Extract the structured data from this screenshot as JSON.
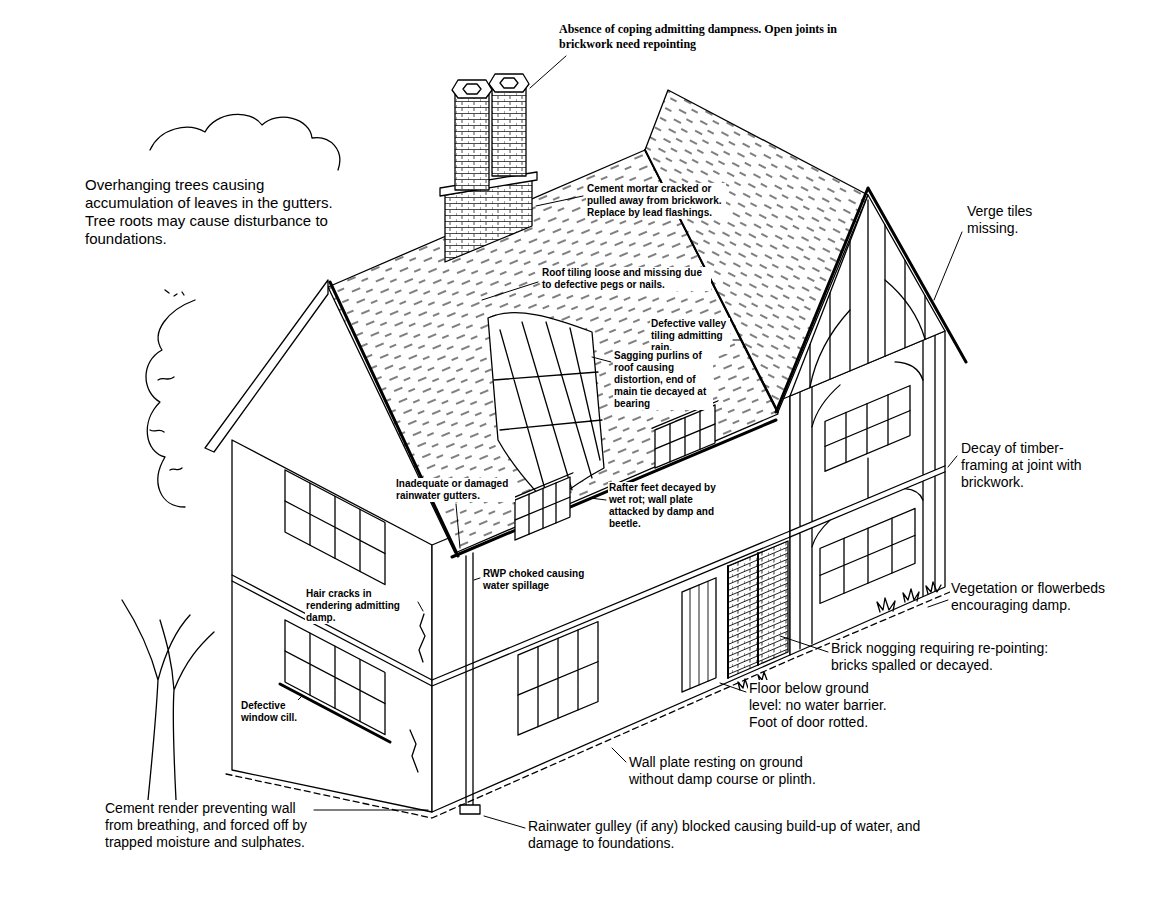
{
  "diagram": {
    "labels": [
      "Absence of coping admitting dampness. Open joints in brickwork need repointing",
      "Overhanging trees causing accumulation of leaves in the gutters. Tree roots may cause disturbance to foundations.",
      "Cement mortar cracked or pulled away from brickwork. Replace by lead flashings.",
      "Verge tiles missing.",
      "Roof tiling loose and missing due to defective pegs or nails.",
      "Defective valley tiling admitting rain.",
      "Sagging purlins of roof causing distortion, end of main tie decayed at bearing",
      "Decay of timber-framing at joint with brickwork.",
      "Inadequate or damaged rainwater gutters.",
      "Rafter feet decayed by wet rot; wall plate attacked by damp and beetle.",
      "Hair cracks in rendering admitting damp.",
      "RWP choked causing water spillage",
      "Vegetation or flowerbeds encouraging damp.",
      "Brick nogging requiring re-pointing: bricks spalled or decayed.",
      "Defective window cill.",
      "Floor below ground level: no water barrier. Foot of door rotted.",
      "Wall plate resting on ground without damp course or plinth.",
      "Cement render preventing wall from breathing, and forced off by trapped moisture and sulphates.",
      "Rainwater gulley (if any) blocked causing build-up of water, and damage to foundations."
    ]
  }
}
